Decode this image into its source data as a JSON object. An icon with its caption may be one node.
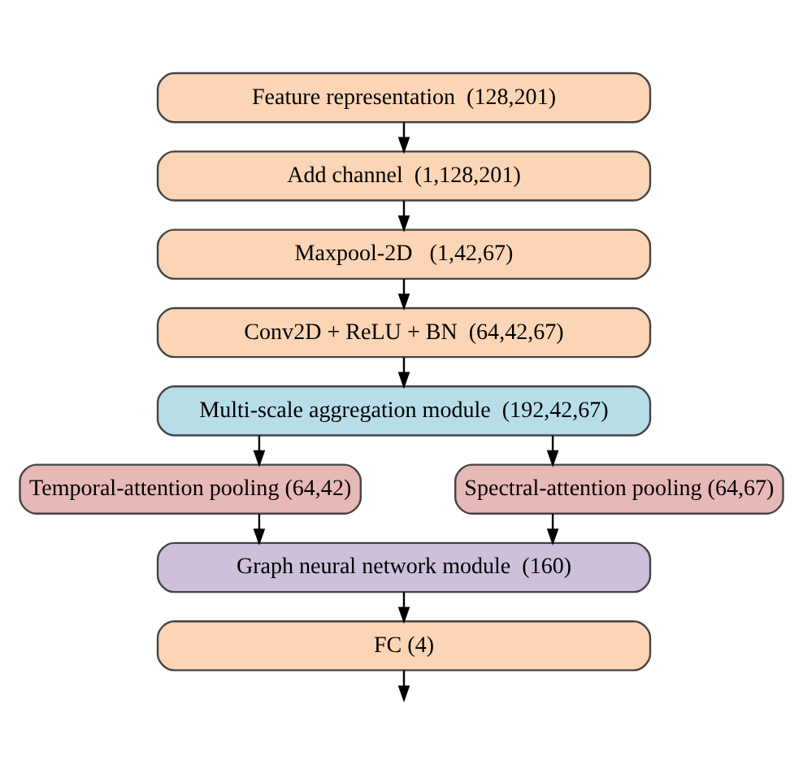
{
  "diagram": {
    "nodes": [
      {
        "text": [
          "Feature representation  (128,201)"
        ]
      },
      {
        "text": [
          "Add channel  (1,128,201)"
        ]
      },
      {
        "text": [
          "Maxpool-2D   (1,42,67)"
        ]
      },
      {
        "text": [
          "Conv2D + ReLU + BN  (64,42,67)"
        ]
      },
      {
        "text": [
          "Multi-scale aggregation module  (192,42,67)"
        ]
      },
      {
        "text": [
          "Temporal-attention pooling (64,42)"
        ]
      },
      {
        "text": [
          "Spectral-attention pooling (64,67)"
        ]
      },
      {
        "text": [
          "Graph neural network module  (160)"
        ]
      },
      {
        "text": [
          "FC (4)"
        ]
      }
    ],
    "edges": [
      {
        "from": 0,
        "to": 1,
        "arrow": "to"
      },
      {
        "from": 1,
        "to": 2,
        "arrow": "to"
      },
      {
        "from": 2,
        "to": 3,
        "arrow": "to"
      },
      {
        "from": 3,
        "to": 4,
        "arrow": "to"
      },
      {
        "from": 4,
        "to": 5,
        "arrow": "to"
      },
      {
        "from": 4,
        "to": 6,
        "arrow": "to"
      },
      {
        "from": 5,
        "to": 7,
        "arrow": "to"
      },
      {
        "from": 6,
        "to": 7,
        "arrow": "to"
      },
      {
        "from": 7,
        "to": 8,
        "arrow": "to"
      },
      {
        "from": 8,
        "to": null,
        "arrow": "to"
      }
    ]
  }
}
